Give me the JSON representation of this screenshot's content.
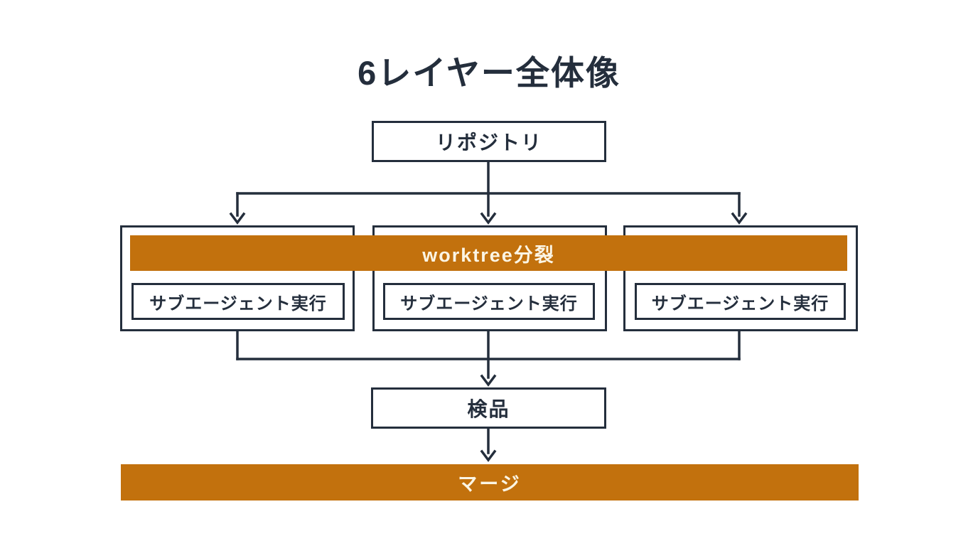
{
  "title": "6レイヤー全体像",
  "colors": {
    "line_and_text": "#242e3c",
    "accent_orange": "#c2710d",
    "banner_text": "#fbf5e4",
    "background": "#ffffff"
  },
  "diagram": {
    "repository": {
      "label": "リポジトリ"
    },
    "worktree_banner": {
      "label": "worktree分裂"
    },
    "branches": [
      {
        "subagent_label": "サブエージェント実行"
      },
      {
        "subagent_label": "サブエージェント実行"
      },
      {
        "subagent_label": "サブエージェント実行"
      }
    ],
    "inspection": {
      "label": "検品"
    },
    "merge": {
      "label": "マージ"
    }
  }
}
